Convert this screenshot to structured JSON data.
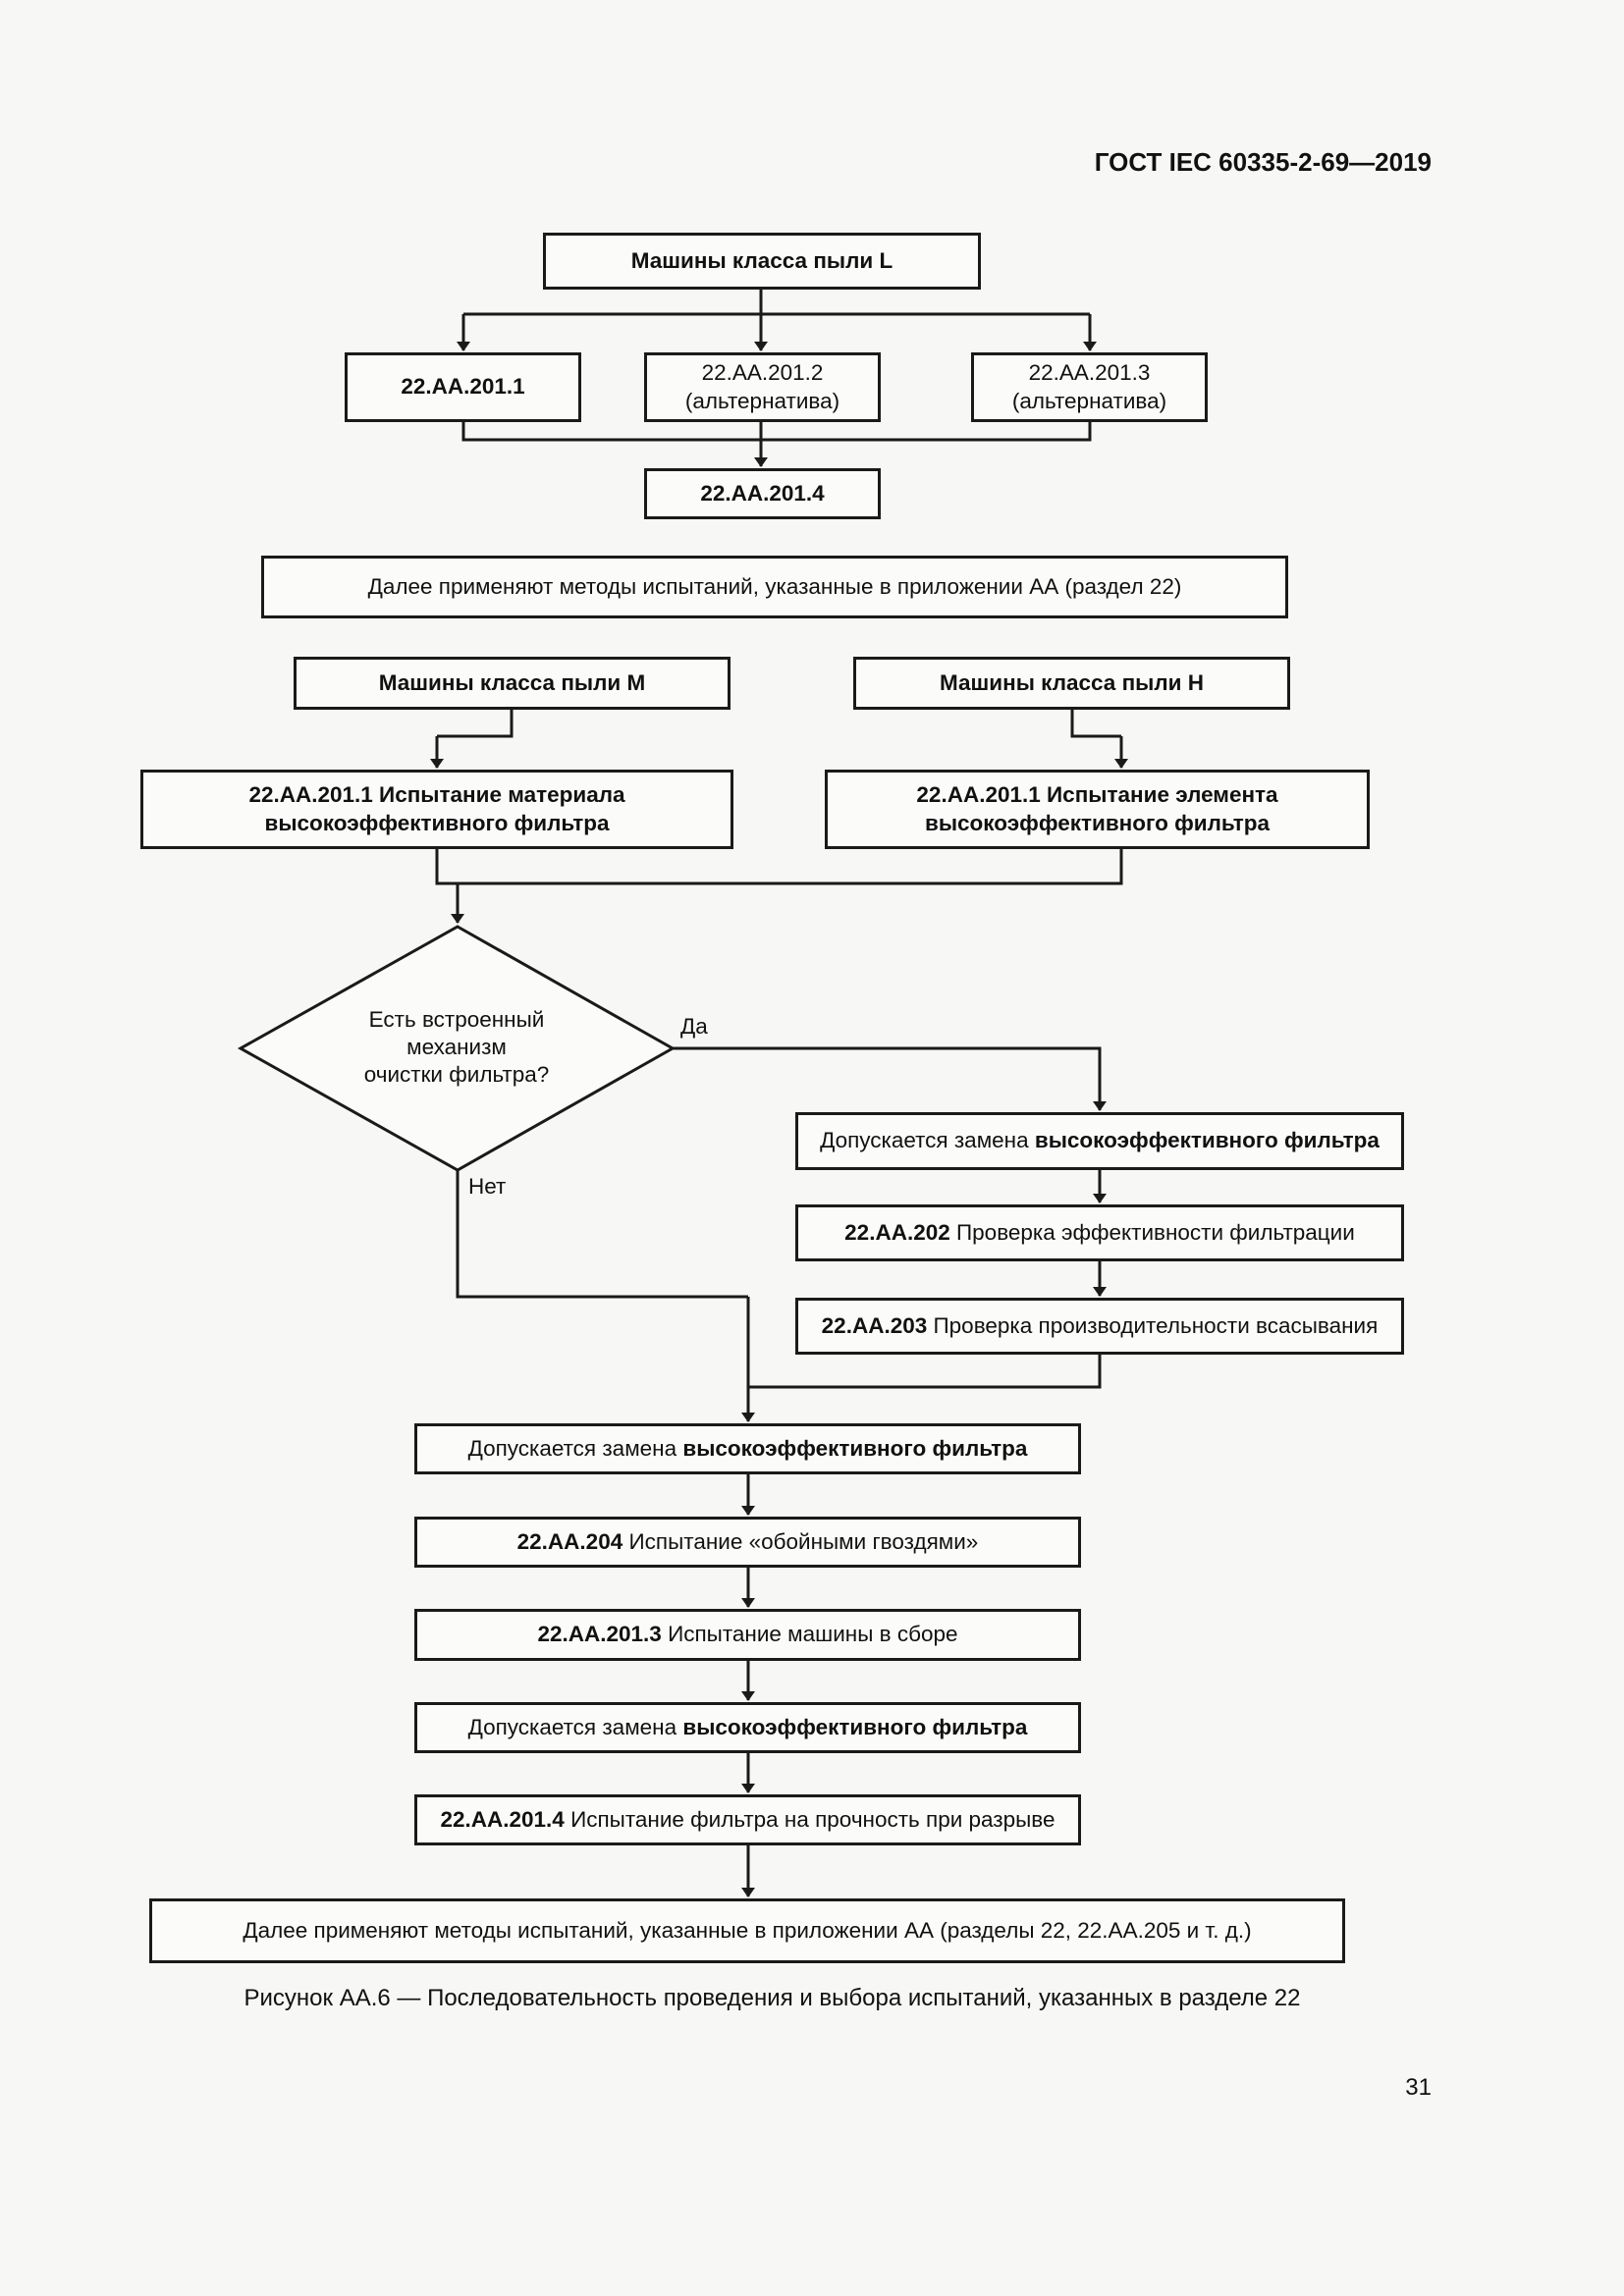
{
  "header": {
    "standard": "ГОСТ IEC 60335-2-69—2019"
  },
  "flow": {
    "class_l": "Машины класса пыли L",
    "l_test1": "22.АА.201.1",
    "l_test2": {
      "code": "22.АА.201.2",
      "note": "(альтернатива)"
    },
    "l_test3": {
      "code": "22.АА.201.3",
      "note": "(альтернатива)"
    },
    "l_test4": "22.АА.201.4",
    "l_next": "Далее применяют методы испытаний, указанные в приложении АА (раздел 22)",
    "class_m": "Машины класса пыли М",
    "class_h": "Машины класса пыли Н",
    "m_test": {
      "line1": "22.АА.201.1 Испытание материала",
      "line2": "высокоэффективного фильтра"
    },
    "h_test": {
      "line1": "22.АА.201.1 Испытание элемента",
      "line2": "высокоэффективного фильтра"
    },
    "decision": {
      "line1": "Есть встроенный",
      "line2": "механизм",
      "line3": "очистки фильтра?"
    },
    "yes_label": "Да",
    "no_label": "Нет",
    "replace_prefix": "Допускается замена ",
    "replace_bold": "высокоэффективного фильтра",
    "t202": {
      "code": "22.АА.202",
      "text": " Проверка эффективности фильтрации"
    },
    "t203": {
      "code": "22.АА.203",
      "text": " Проверка производительности всасывания"
    },
    "t204": {
      "code": "22.АА.204",
      "text": " Испытание «обойными гвоздями»"
    },
    "t2013": {
      "code": "22.АА.201.3",
      "text": " Испытание машины в сборе"
    },
    "t2014": {
      "code": "22.АА.201.4",
      "text": " Испытание фильтра на прочность при разрыве"
    },
    "final_next": "Далее применяют методы испытаний, указанные в приложении АА (разделы 22, 22.АА.205 и т. д.)"
  },
  "caption": "Рисунок АА.6 — Последовательность проведения и выбора испытаний, указанных в разделе 22",
  "page_number": "31"
}
